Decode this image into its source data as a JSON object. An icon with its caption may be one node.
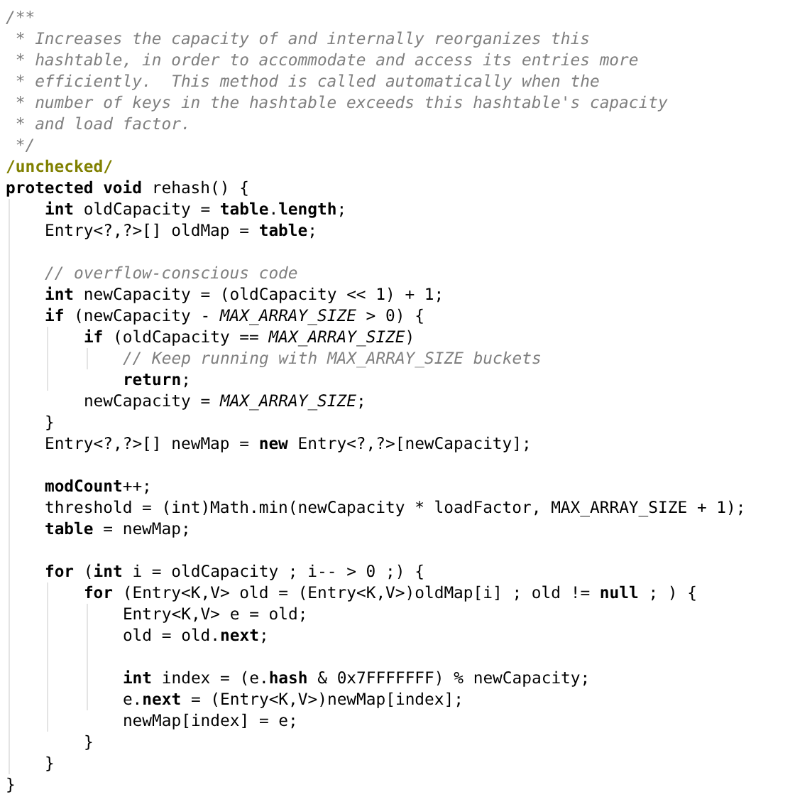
{
  "diagram": {
    "labels": [
      "/**",
      "* Increases the capacity of and internally reorganizes this",
      "* hashtable, in order to accommodate and access its entries more",
      "* efficiently.  This method is called automatically when the",
      "* number of keys in the hashtable exceeds this hashtable's capacity",
      "* and load factor.",
      "*/",
      "/unchecked/",
      "**protected void** rehash() {",
      "**int** oldCapacity = **table**.**length**;",
      "Entry<?,?>[] oldMap = **table**;",
      "// overflow-conscious code",
      "**int** newCapacity = (oldCapacity << 1) + 1;",
      "**if** (newCapacity - *MAX_ARRAY_SIZE* > 0) {",
      "**if** (oldCapacity == *MAX_ARRAY_SIZE*)",
      "// Keep running with MAX_ARRAY_SIZE buckets",
      "**return**;",
      "newCapacity = *MAX_ARRAY_SIZE*;",
      "}",
      "Entry<?,?>[] newMap = **new** Entry<?,?>[newCapacity];",
      "**modCount**++;",
      "threshold = (int)Math.min(newCapacity * loadFactor, MAX_ARRAY_SIZE + 1);",
      "**table** = newMap;",
      "**for** (**int** i = oldCapacity ; i-- > 0 ;) {",
      "**for** (Entry<K,V> old = (Entry<K,V>)oldMap[i] ; old != **null** ; ) {",
      "Entry<K,V> e = old;",
      "old = old.**next**;",
      "**int** index = (e.**hash** & 0x7FFFFFFF) % newCapacity;",
      "e.**next** = (Entry<K,V>)newMap[index];",
      "newMap[index] = e;",
      "}",
      "}",
      "}"
    ]
  }
}
